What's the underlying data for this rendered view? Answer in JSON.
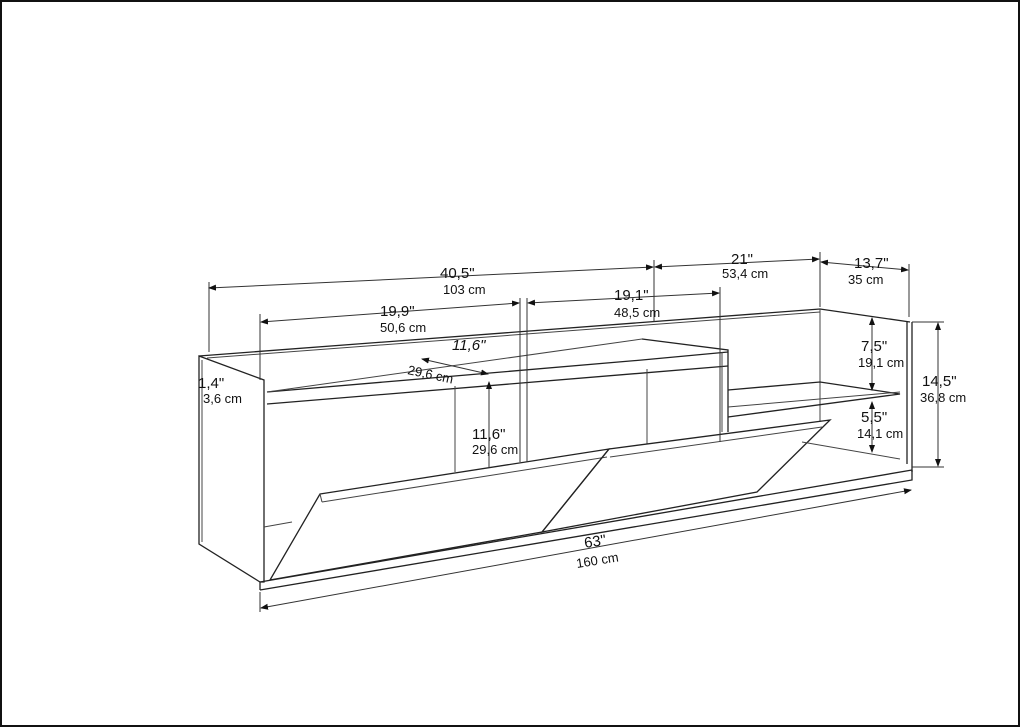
{
  "dimensions": {
    "top_length": {
      "in": "40,5\"",
      "cm": "103 cm"
    },
    "right_section": {
      "in": "21\"",
      "cm": "53,4 cm"
    },
    "depth": {
      "in": "13,7\"",
      "cm": "35 cm"
    },
    "left_compartment": {
      "in": "19,9\"",
      "cm": "50,6 cm"
    },
    "middle_compartment": {
      "in": "19,1\"",
      "cm": "48,5 cm"
    },
    "shelf_depth": {
      "in": "11,6\"",
      "cm": "29,6 cm"
    },
    "panel_thickness": {
      "in": "1,4\"",
      "cm": "3,6 cm"
    },
    "compartment_height": {
      "in": "11,6\"",
      "cm": "29,6 cm"
    },
    "upper_opening": {
      "in": "7,5\"",
      "cm": "19,1 cm"
    },
    "total_height": {
      "in": "14,5\"",
      "cm": "36,8 cm"
    },
    "lower_opening": {
      "in": "5,5\"",
      "cm": "14,1 cm"
    },
    "total_width": {
      "in": "63\"",
      "cm": "160 cm"
    }
  }
}
